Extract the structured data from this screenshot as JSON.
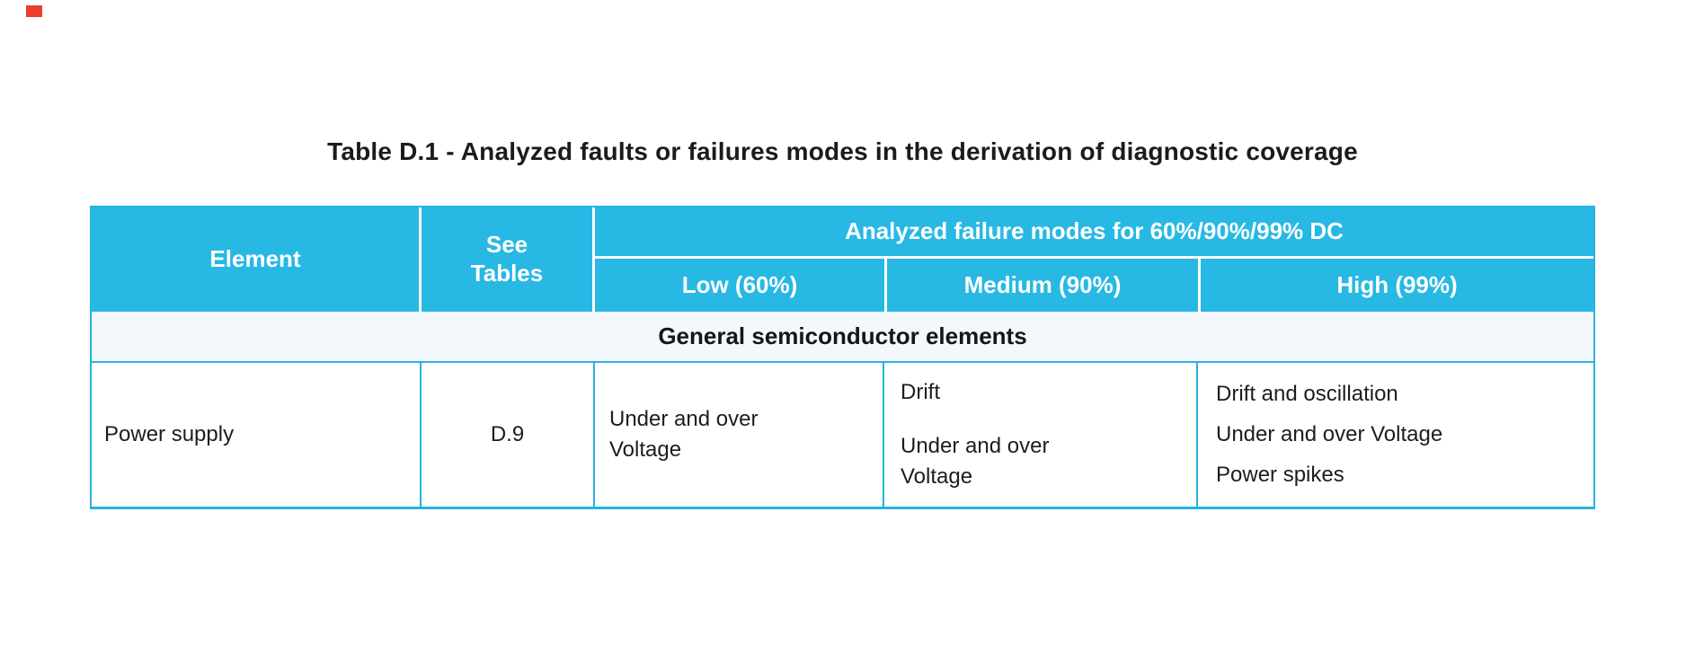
{
  "page": {
    "title": "Table D.1 - Analyzed faults or failures modes in the derivation of diagnostic coverage"
  },
  "colors": {
    "header_bg": "#27b8e4",
    "border": "#29b2e0",
    "group_row_bg": "#f3f8fc",
    "header_text": "#ffffff",
    "body_text": "#1d1d1f",
    "marker_red": "#e8402a"
  },
  "table": {
    "header": {
      "element": "Element",
      "see_tables": "See Tables",
      "span": "Analyzed failure modes for 60%/90%/99% DC",
      "low": "Low (60%)",
      "medium": "Medium (90%)",
      "high": "High (99%)"
    },
    "group_row": "General semiconductor elements",
    "rows": [
      {
        "element": "Power supply",
        "see_tables": "D.9",
        "low": "Under and over Voltage",
        "medium": [
          "Drift",
          "Under and over Voltage"
        ],
        "high": [
          "Drift and oscillation",
          "Under and over Voltage",
          "Power spikes"
        ]
      }
    ]
  }
}
